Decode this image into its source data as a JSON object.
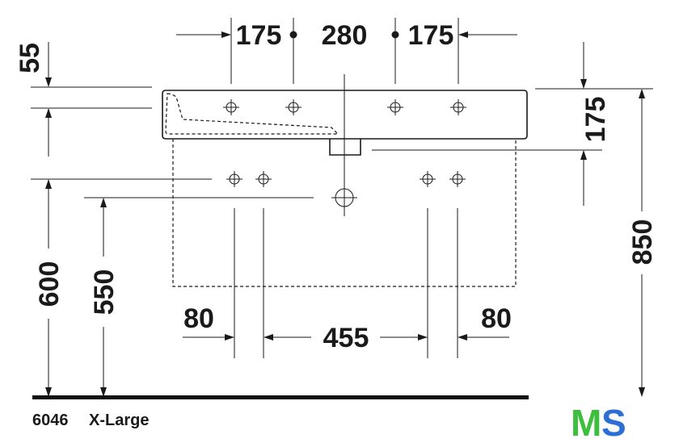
{
  "dimensions": {
    "top_left": "175",
    "top_center": "280",
    "top_right": "175",
    "left_top": "55",
    "right_side": "175",
    "far_right": "850",
    "left_outer": "600",
    "left_inner": "550",
    "bottom_left": "80",
    "bottom_center": "455",
    "bottom_right": "80"
  },
  "caption": {
    "model": "6046",
    "size": "X-Large"
  },
  "logo": {
    "text_m": "M",
    "text_s": "S",
    "colors": {
      "m": "#3cbf3c",
      "s": "#2b6fd6"
    }
  },
  "colors": {
    "line": "#1a1a1a",
    "floor": "#111111"
  }
}
